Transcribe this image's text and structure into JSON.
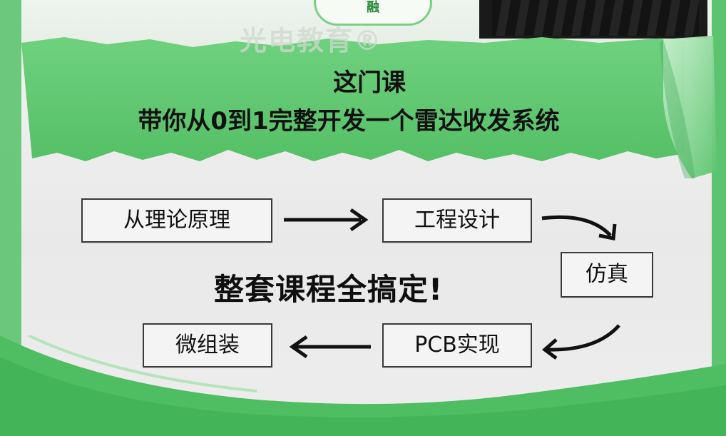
{
  "header": {
    "cloud_text": "融",
    "logo_watermark": "光电教育®"
  },
  "banner": {
    "line1": "这门课",
    "line2": "带你从0到1完整开发一个雷达收发系统"
  },
  "flow": {
    "step1": "从理论原理",
    "step2": "工程设计",
    "step3": "仿真",
    "step4": "PCB实现",
    "step5": "微组装",
    "center": "整套课程全搞定!"
  },
  "colors": {
    "green": "#5cc46e",
    "green_dark": "#3aa651",
    "text": "#111111"
  }
}
